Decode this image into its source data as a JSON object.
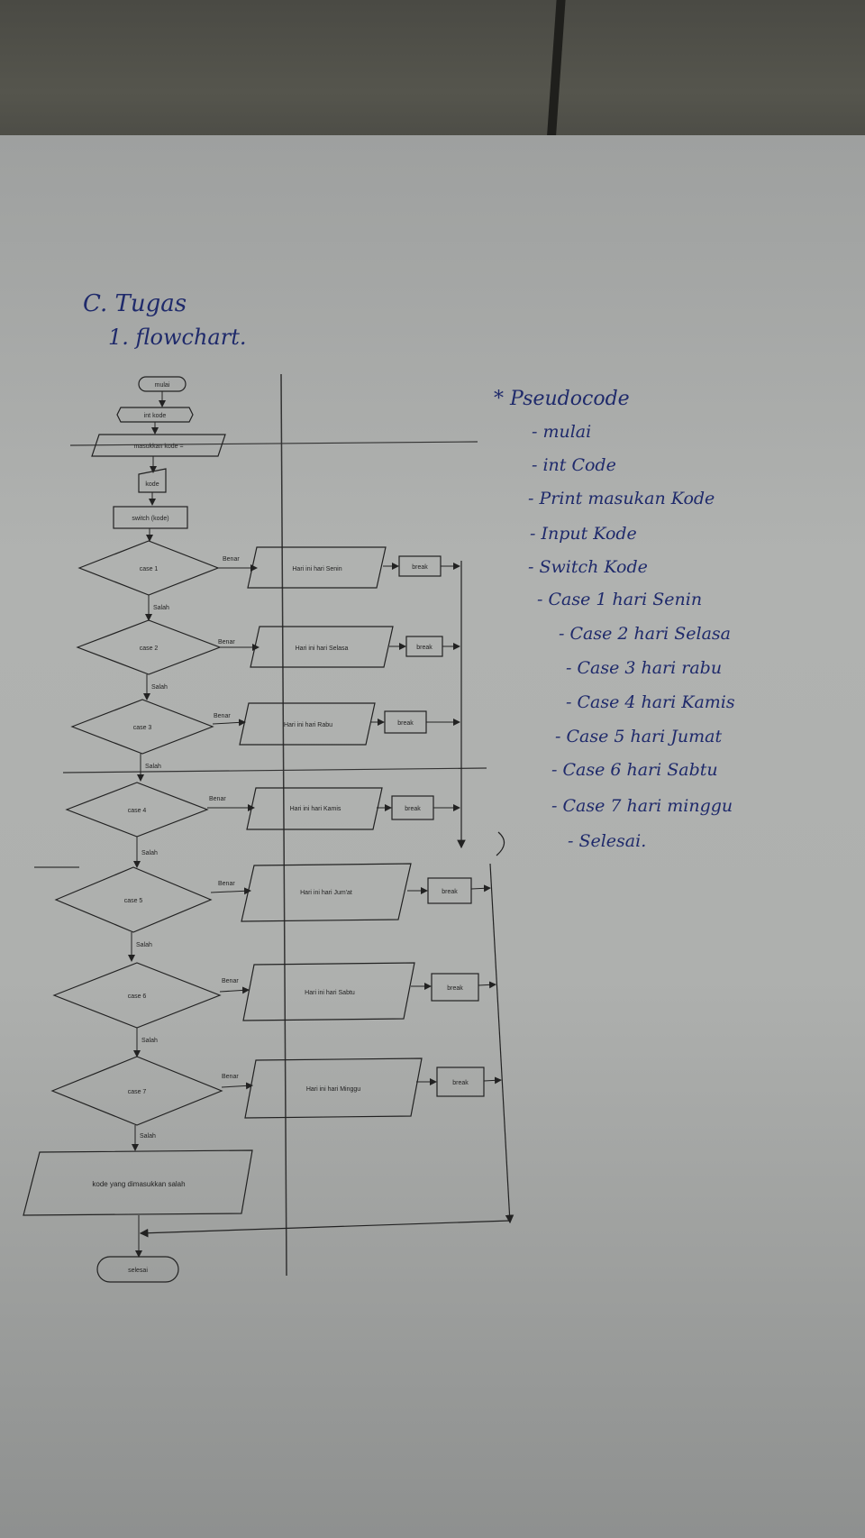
{
  "handwritten": {
    "heading": "C. Tugas",
    "subheading": "1. flowchart.",
    "pseudocode_title": "* Pseudocode",
    "pseudocode_lines": [
      "- mulai",
      "- int Code",
      "- Print masukan Kode",
      "- Input Kode",
      "- Switch Kode",
      "- Case 1 hari Senin",
      "- Case 2 hari Selasa",
      "- Case 3 hari rabu",
      "- Case 4 hari Kamis",
      "- Case 5 hari Jumat",
      "- Case 6 hari Sabtu",
      "- Case 7 hari minggu",
      "- Selesai."
    ]
  },
  "flowchart": {
    "start": "mulai",
    "declare": "int kode",
    "prompt": "masukkan kode =",
    "input": "kode",
    "switch": "switch (kode)",
    "true_label": "Benar",
    "false_label": "Salah",
    "break_label": "break",
    "cases": [
      {
        "label": "case 1",
        "output": "Hari ini hari Senin"
      },
      {
        "label": "case 2",
        "output": "Hari ini hari Selasa"
      },
      {
        "label": "case 3",
        "output": "Hari ini hari Rabu"
      },
      {
        "label": "case 4",
        "output": "Hari ini hari Kamis"
      },
      {
        "label": "case 5",
        "output": "Hari ini hari Jum'at"
      },
      {
        "label": "case 6",
        "output": "Hari ini hari Sabtu"
      },
      {
        "label": "case 7",
        "output": "Hari ini hari Minggu"
      }
    ],
    "default_output": "kode yang dimasukkan salah",
    "end": "selesai"
  },
  "colors": {
    "ink": "#1f2a6b",
    "paper": "#aeb0ae",
    "line": "#222222"
  }
}
